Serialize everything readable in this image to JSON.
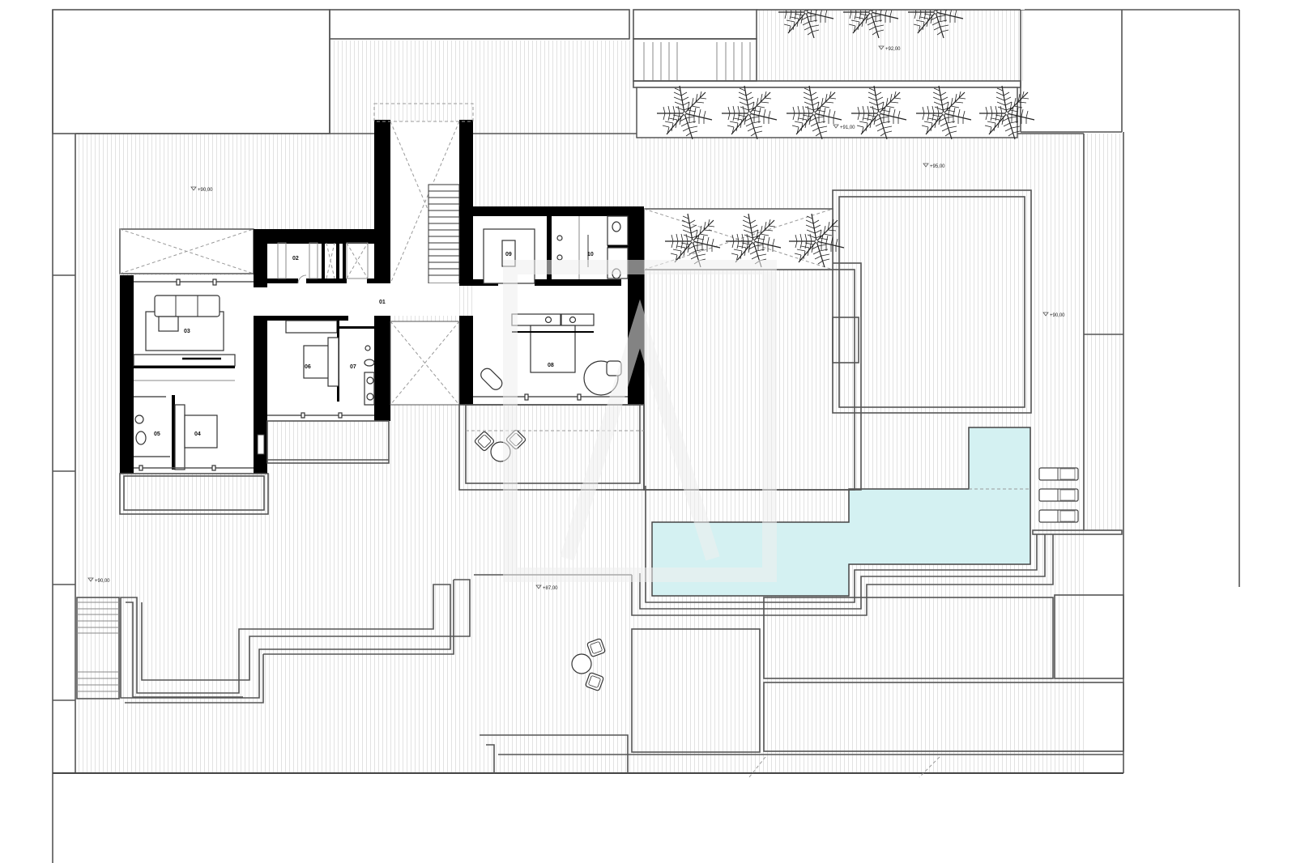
{
  "drawing": {
    "type": "architectural floor plan",
    "colors": {
      "wall": "#000000",
      "line": "#555555",
      "deck_hatch": "#e6e6e6",
      "pool": "#d4f1f2",
      "background": "#ffffff"
    }
  },
  "rooms": [
    {
      "id": "01",
      "label": "01"
    },
    {
      "id": "02",
      "label": "02"
    },
    {
      "id": "03",
      "label": "03"
    },
    {
      "id": "04",
      "label": "04"
    },
    {
      "id": "05",
      "label": "05"
    },
    {
      "id": "06",
      "label": "06"
    },
    {
      "id": "07",
      "label": "07"
    },
    {
      "id": "08",
      "label": "08"
    },
    {
      "id": "09",
      "label": "09"
    },
    {
      "id": "10",
      "label": "10"
    }
  ],
  "elevations": [
    {
      "label": "+90,00"
    },
    {
      "label": "+92,00"
    },
    {
      "label": "+91,00"
    },
    {
      "label": "+95,00"
    },
    {
      "label": "+90,00"
    },
    {
      "label": "+90,00"
    },
    {
      "label": "+87,00"
    }
  ],
  "features": {
    "pool": "pool",
    "sun_loungers": 3,
    "palms_top_row": 6,
    "palms_top_partial": 3,
    "palms_mid_row": 3
  }
}
